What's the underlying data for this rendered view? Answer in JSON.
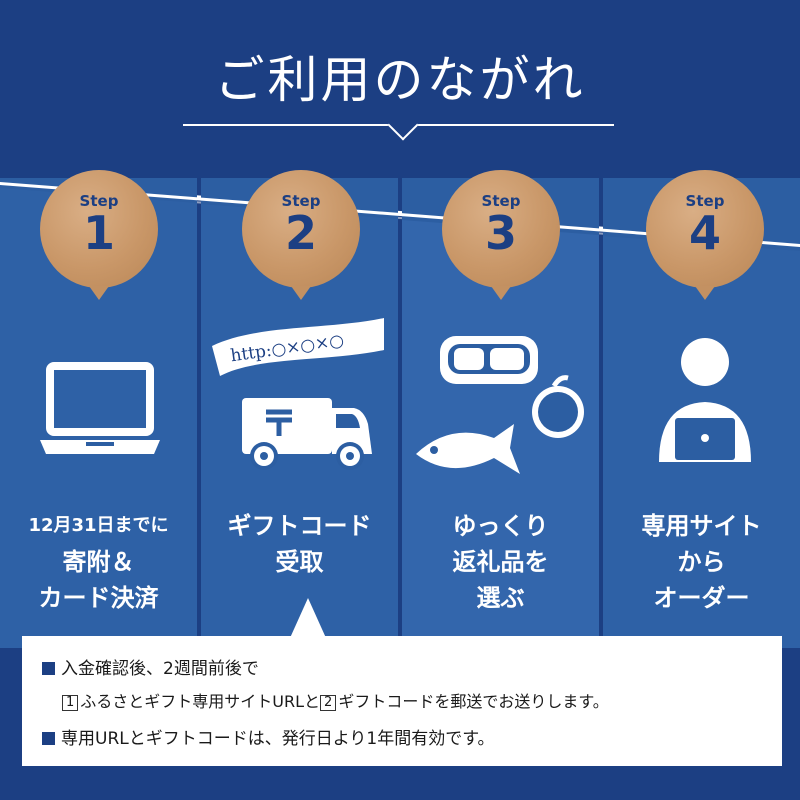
{
  "title": "ご利用のながれ",
  "colors": {
    "background": "#1c3f83",
    "column": "#2c5ea2",
    "badge": "#c99768",
    "badge_text": "#1c3f83",
    "panel_square": "#1c3f83"
  },
  "steps": [
    {
      "step_label": "Step",
      "number": "1",
      "icon": "laptop-icon",
      "caption_lines": [
        "12月31日までに",
        "寄附＆",
        "カード決済"
      ]
    },
    {
      "step_label": "Step",
      "number": "2",
      "icon": "delivery-truck-icon",
      "url_banner": "http:○×○×○",
      "caption_lines": [
        "ギフトコード",
        "受取"
      ]
    },
    {
      "step_label": "Step",
      "number": "3",
      "icon": "food-icon",
      "caption_lines": [
        "ゆっくり",
        "返礼品を",
        "選ぶ"
      ]
    },
    {
      "step_label": "Step",
      "number": "4",
      "icon": "person-laptop-icon",
      "caption_lines": [
        "専用サイト",
        "から",
        "オーダー"
      ]
    }
  ],
  "notes": {
    "line1": "入金確認後、2週間前後で",
    "box1": "1",
    "line2a": "ふるさとギフト専用サイトURLと",
    "box2": "2",
    "line2b": "ギフトコードを郵送でお送りします。",
    "line3": "専用URLとギフトコードは、発行日より1年間有効です。"
  }
}
